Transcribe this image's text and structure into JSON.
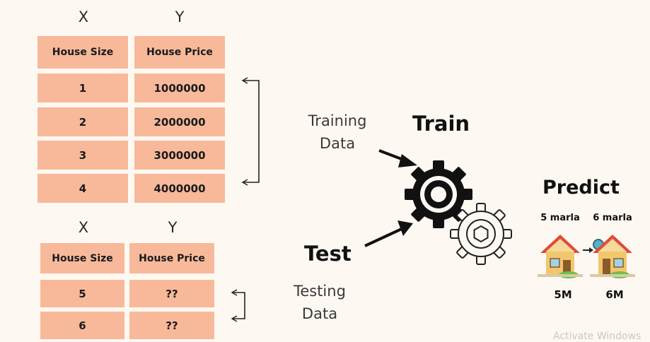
{
  "training_table": {
    "x_label": "X",
    "y_label": "Y",
    "headers": [
      "House Size",
      "House Price"
    ],
    "rows": [
      [
        "1",
        "1000000"
      ],
      [
        "2",
        "2000000"
      ],
      [
        "3",
        "3000000"
      ],
      [
        "4",
        "4000000"
      ]
    ]
  },
  "testing_table": {
    "x_label": "X",
    "y_label": "Y",
    "headers": [
      "House Size",
      "House Price"
    ],
    "rows": [
      [
        "5",
        "??"
      ],
      [
        "6",
        "??"
      ]
    ]
  },
  "flow": {
    "training_caption_line1": "Training",
    "training_caption_line2": "Data",
    "testing_caption_line1": "Testing",
    "testing_caption_line2": "Data",
    "train_label": "Train",
    "test_label": "Test"
  },
  "predict": {
    "title": "Predict",
    "left_house_label": "5 marla",
    "right_house_label": "6 marla",
    "left_price": "5M",
    "right_price": "6M"
  },
  "watermark": "Activate Windows",
  "colors": {
    "background": "#fdf8f2",
    "cell_fill": "#f7b99a",
    "house_roof": "#e04b3a",
    "house_wall": "#f2c66d",
    "house_window": "#9fd3e8",
    "grass": "#6cc04a"
  }
}
